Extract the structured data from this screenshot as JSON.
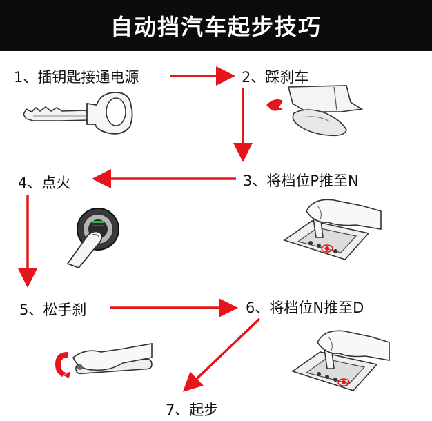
{
  "title": "自动挡汽车起步技巧",
  "steps": {
    "s1": "1、插钥匙接通电源",
    "s2": "2、踩刹车",
    "s3": "3、将档位P推至N",
    "s4": "4、点火",
    "s5": "5、松手刹",
    "s6": "6、将档位N推至D",
    "s7": "7、起步"
  },
  "colors": {
    "arrow": "#e4161b",
    "title_bg": "#0c0c0c",
    "title_text": "#ffffff"
  },
  "icons": [
    "car-key-icon",
    "brake-pedal-icon",
    "gear-shift-p-n-icon",
    "ignition-button-icon",
    "handbrake-icon",
    "gear-shift-n-d-icon"
  ]
}
